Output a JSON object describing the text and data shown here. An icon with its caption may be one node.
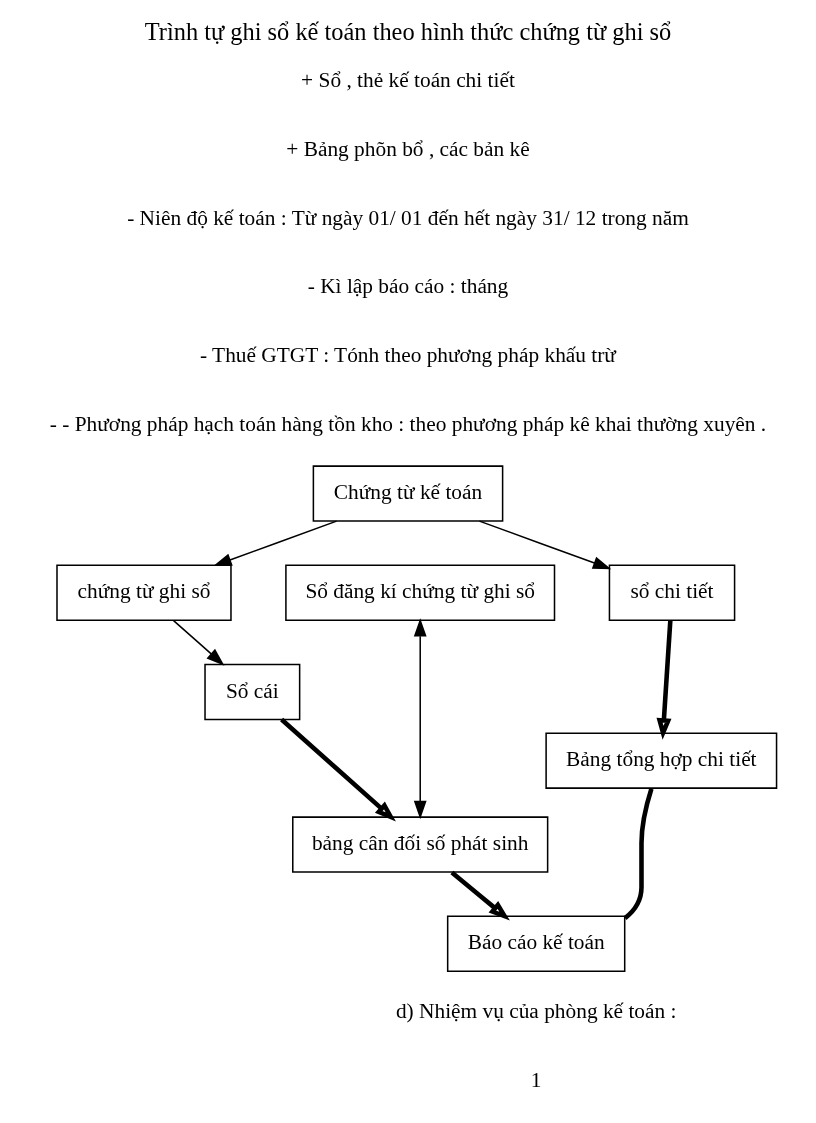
{
  "diagram": {
    "title": "Trình tự ghi sổ kế toán theo hình thức chứng từ ghi sổ",
    "nodes": [
      {
        "text": [
          "Chứng từ kế toán"
        ]
      },
      {
        "text": [
          "Sổ đăng kí chứng từ ghi sổ"
        ]
      },
      {
        "text": [
          "chứng từ ghi sổ"
        ]
      },
      {
        "text": [
          "sổ chi tiết"
        ]
      },
      {
        "text": [
          "Sổ cái"
        ]
      },
      {
        "text": [
          "Bảng tổng hợp chi tiết"
        ]
      },
      {
        "text": [
          "bảng cân đối số phát sinh"
        ]
      },
      {
        "text": [
          "Báo cáo kế toán"
        ]
      }
    ],
    "edges": [
      {
        "from": 0,
        "to": 2,
        "arrow": "to"
      },
      {
        "from": 0,
        "to": 3,
        "arrow": "to"
      },
      {
        "from": 2,
        "to": 4,
        "arrow": "to"
      },
      {
        "from": 3,
        "to": 5,
        "arrow": "to",
        "style": "thick"
      },
      {
        "from": 4,
        "to": 6,
        "arrow": "to",
        "style": "thick"
      },
      {
        "from": 1,
        "to": 6,
        "arrow": "both"
      },
      {
        "from": 6,
        "to": 7,
        "arrow": "to",
        "style": "thick"
      },
      {
        "from": 5,
        "to": 7,
        "arrow": "none",
        "style": "thick"
      }
    ],
    "labels": [
      "+ Sổ , thẻ kế toán chi tiết",
      "+ Bảng phõn bổ , các bản kê",
      "- Niên độ kế toán : Từ ngày 01/ 01 đến hết ngày 31/ 12 trong năm",
      "- Kì lập báo cáo : tháng",
      "- Thuế GTGT : Tónh theo phương pháp khấu trừ",
      "- - Phương pháp hạch toán hàng tồn kho : theo phương pháp kê khai thường xuyên .",
      "d) Nhiệm vụ của phòng kế toán :",
      "1"
    ]
  }
}
